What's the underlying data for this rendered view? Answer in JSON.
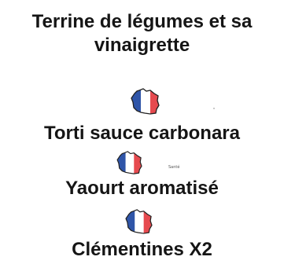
{
  "menu": {
    "dish_1_line_1": "Terrine de légumes et sa",
    "dish_1_line_2": "vinaigrette",
    "dish_2": "Torti sauce carbonara",
    "dish_3": "Yaourt aromatisé",
    "dish_4": "Clémentines X2",
    "origin_icon": "france-flag-map-icon",
    "stamp_text": "Santé"
  },
  "colors": {
    "text": "#151515",
    "blue": "#2f55a8",
    "white": "#ffffff",
    "red": "#e64a4f",
    "outline": "#1f1f1f"
  }
}
